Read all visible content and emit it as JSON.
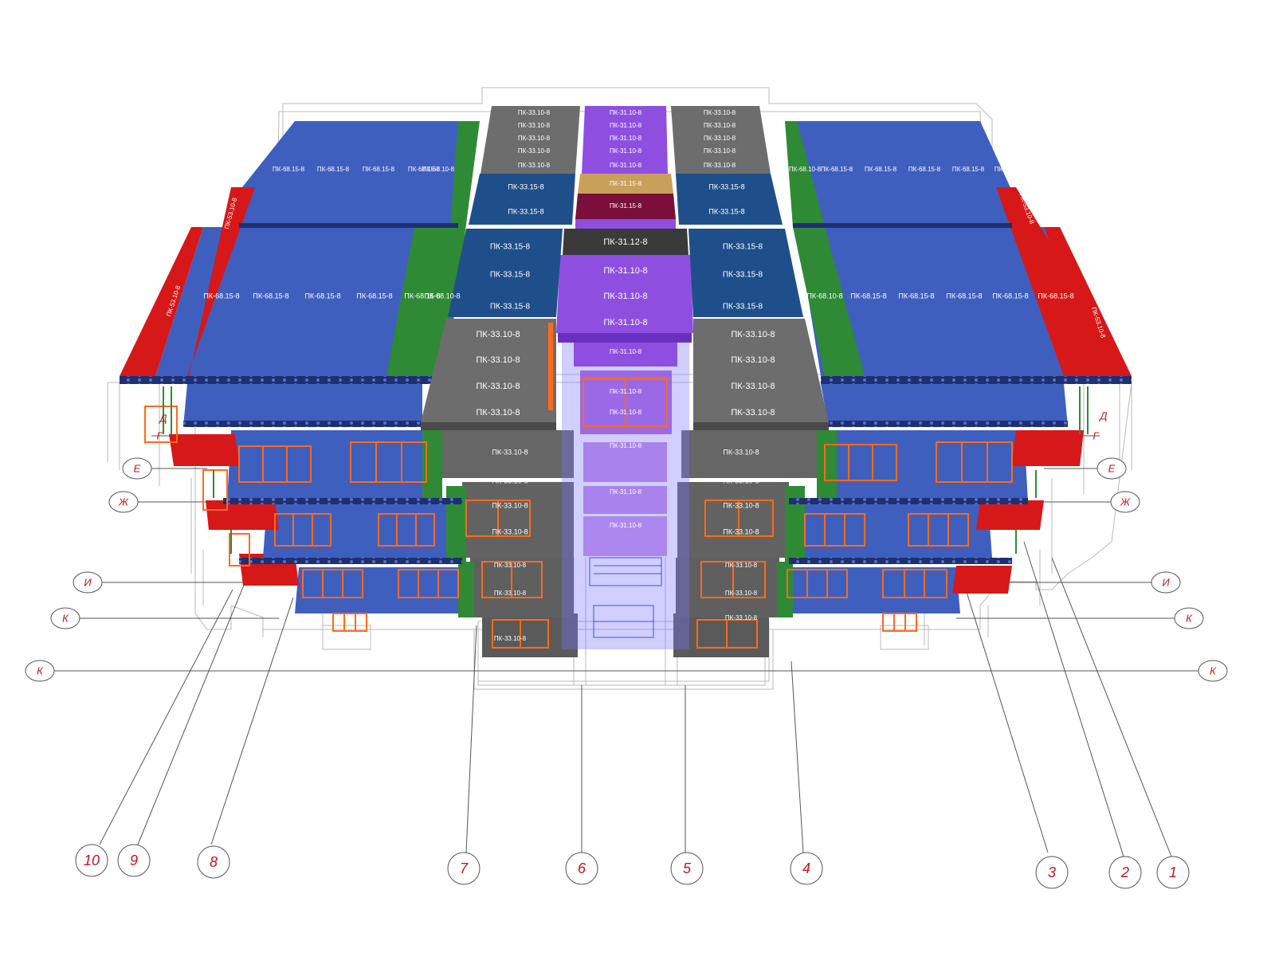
{
  "colors": {
    "floor_blue": "#3f5fbf",
    "floor_blue_dark": "#1f4f8a",
    "slab_gray": "#6d6d6d",
    "slab_dark": "#3a3a3a",
    "slab_purple": "#8e4fe0",
    "slab_gold": "#c9a05a",
    "slab_maroon": "#7a0f3a",
    "green": "#2f8a35",
    "red": "#d61818",
    "orange": "#ff6a1a",
    "axis_red": "#c0161c"
  },
  "slab_labels": {
    "top_gray_left": [
      "ПК-33.10-8",
      "ПК-33.10-8",
      "ПК-33.10-8",
      "ПК-33.10-8",
      "ПК-33.10-8"
    ],
    "top_purple": [
      "ПК-31.10-8",
      "ПК-31.10-8",
      "ПК-31.10-8",
      "ПК-31.10-8",
      "ПК-31.10-8"
    ],
    "top_gray_right": [
      "ПК-33.10-8",
      "ПК-33.10-8",
      "ПК-33.10-8",
      "ПК-33.10-8",
      "ПК-33.10-8"
    ],
    "gold": "ПК-31.15-8",
    "maroon": "ПК-31.15-8",
    "top_blue_left": [
      "ПК-33.15-8",
      "ПК-33.15-8"
    ],
    "top_blue_right": [
      "ПК-33.15-8",
      "ПК-33.15-8"
    ],
    "dark_mid": "ПК-31.12-8",
    "mid_purple": [
      "ПК-31.10-8",
      "ПК-31.10-8",
      "ПК-31.10-8"
    ],
    "mid_blue_left": [
      "ПК-33.15-8",
      "ПК-33.15-8",
      "ПК-33.15-8"
    ],
    "mid_blue_right": [
      "ПК-33.15-8",
      "ПК-33.15-8",
      "ПК-33.15-8"
    ],
    "mid_gray_left": [
      "ПК-33.10-8",
      "ПК-33.10-8",
      "ПК-33.10-8",
      "ПК-33.10-8"
    ],
    "mid_gray_right": [
      "ПК-33.10-8",
      "ПК-33.10-8",
      "ПК-33.10-8",
      "ПК-33.10-8"
    ],
    "wing_upper_left": [
      "ПК-68.15-8",
      "ПК-68.15-8",
      "ПК-68.15-8",
      "ПК-68.15-8",
      "ПК-68.10-8"
    ],
    "wing_lower_left": [
      "ПК-68.15-8",
      "ПК-68.15-8",
      "ПК-68.15-8",
      "ПК-68.15-8",
      "ПК-68.15-8",
      "ПК-68.10-8"
    ],
    "wing_upper_right": [
      "ПК-68.10-8",
      "ПК-68.15-8",
      "ПК-68.15-8",
      "ПК-68.15-8",
      "ПК-68.15-8",
      "ПК-68.15-8"
    ],
    "wing_lower_right": [
      "ПК-68.10-8",
      "ПК-68.15-8",
      "ПК-68.15-8",
      "ПК-68.15-8",
      "ПК-68.15-8",
      "ПК-68.15-8"
    ],
    "red_left": [
      "ПК-53.10-8",
      "ПК-53.10-8"
    ],
    "red_right": [
      "ПК-53.10-8",
      "ПК-53.10-8"
    ],
    "lower_gray_left": [
      "ПК-33.10-8",
      "ПК-33.10-8",
      "ПК-33.10-8",
      "ПК-33.10-8",
      "ПК-33.10-8",
      "ПК-33.10-8",
      "ПК-33.10-8"
    ],
    "lower_gray_right": [
      "ПК-33.10-8",
      "ПК-33.10-8",
      "ПК-33.10-8",
      "ПК-33.10-8",
      "ПК-33.10-8",
      "ПК-33.10-8",
      "ПК-33.10-8"
    ],
    "lower_purple": [
      "ПК-31.10-8",
      "ПК-31.10-8",
      "ПК-31.10-8",
      "ПК-31.10-8",
      "ПК-31.10-8",
      "ПК-31.10-8"
    ]
  },
  "axes": {
    "row_left": [
      "Д",
      "Г",
      "Е",
      "Ж",
      "И",
      "К",
      "К"
    ],
    "row_right": [
      "Д",
      "Г",
      "Е",
      "Ж",
      "И",
      "К",
      "К"
    ],
    "columns": [
      "10",
      "9",
      "8",
      "7",
      "6",
      "5",
      "4",
      "3",
      "2",
      "1"
    ]
  }
}
